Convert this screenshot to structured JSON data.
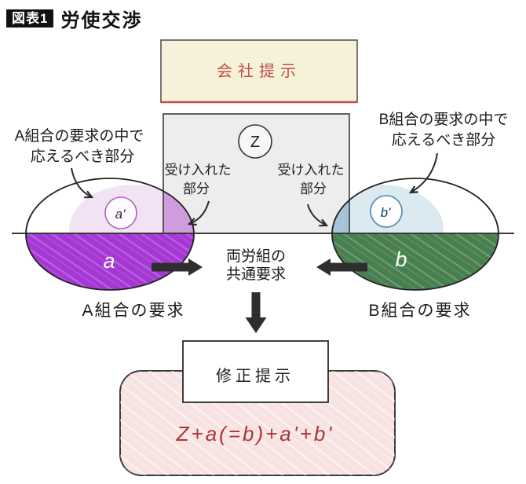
{
  "header": {
    "badge": "図表1",
    "title": "労使交渉"
  },
  "company_box": {
    "label": "会社提示"
  },
  "z_box": {
    "label": "Z"
  },
  "accepted_left": {
    "line1": "受け入れた",
    "line2": "部分"
  },
  "accepted_right": {
    "line1": "受け入れた",
    "line2": "部分"
  },
  "union_a": {
    "annotation_line1": "A組合の要求の中で",
    "annotation_line2": "応えるべき部分",
    "inner_label": "a'",
    "area_label": "a",
    "caption": "A組合の要求"
  },
  "union_b": {
    "annotation_line1": "B組合の要求の中で",
    "annotation_line2": "応えるべき部分",
    "inner_label": "b'",
    "area_label": "b",
    "caption": "B組合の要求"
  },
  "common_demand": {
    "line1": "両労組の",
    "line2": "共通要求"
  },
  "revised_box": {
    "label": "修正提示"
  },
  "formula": {
    "text": "Z+a(=b)+a'+b'"
  },
  "colors": {
    "purple": "#a538d5",
    "purple_light": "#f2e3f4",
    "purple_overlap": "#cf9cdd",
    "green": "#477f4e",
    "blue_light": "#dbe9f1",
    "blue_overlap": "#a7c4d7",
    "cream": "#f6f2da",
    "gray_box": "#ededed",
    "pink": "#f8e3e3",
    "accent_red": "#c0504a",
    "formula_red": "#ad3535",
    "ink": "#2a2a2a"
  }
}
